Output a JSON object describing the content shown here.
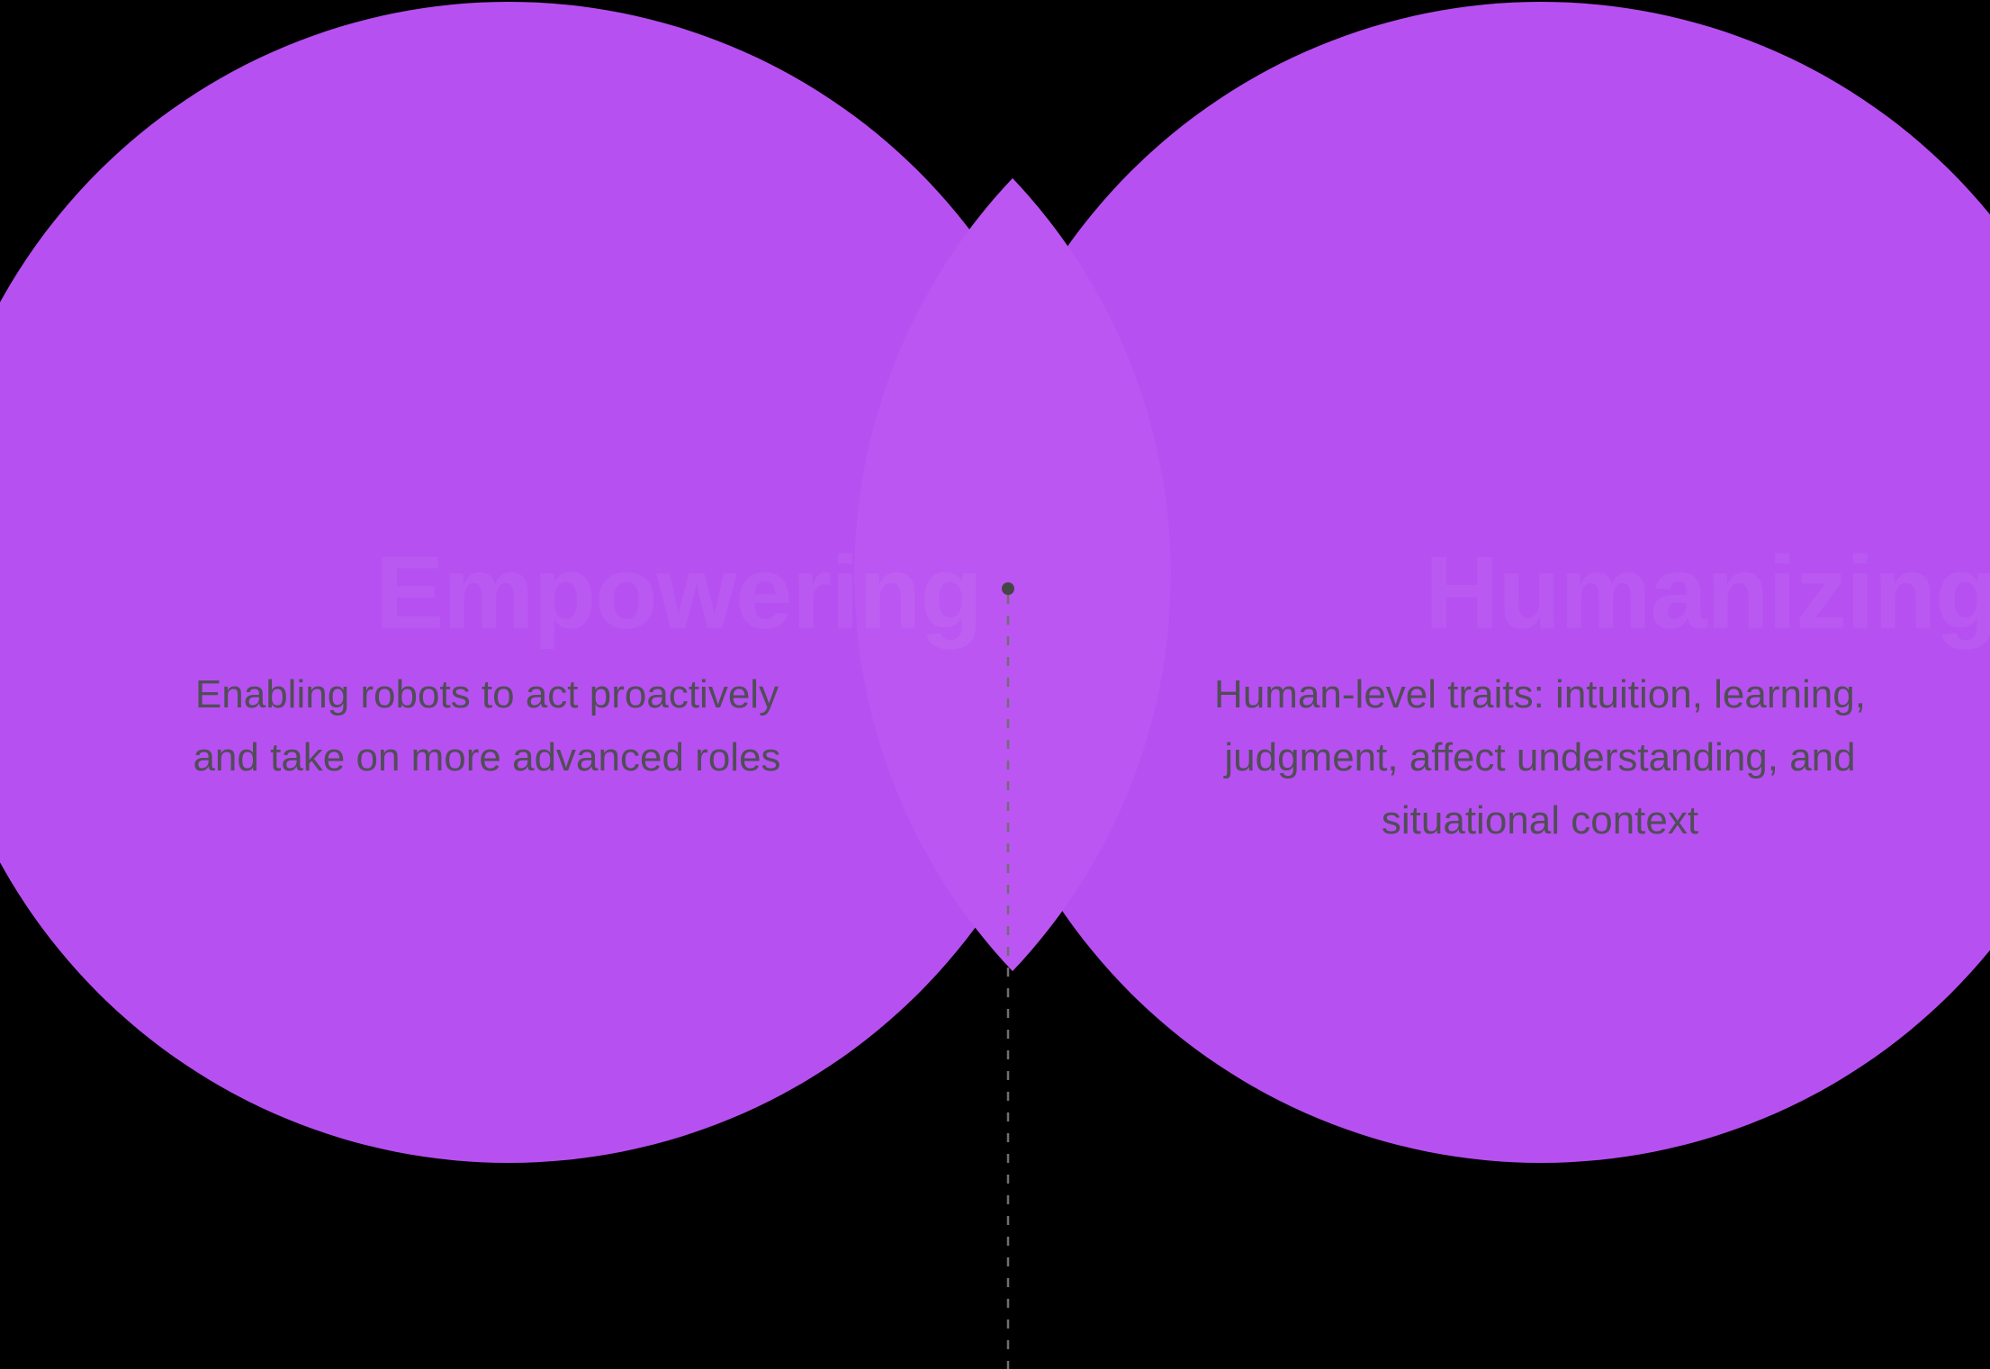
{
  "diagram": {
    "type": "venn",
    "background_color": "#000000",
    "circle_fill": "#b750f1",
    "overlap_fill": "#bb56f2",
    "description_text_color": "#514d57",
    "faint_title_color": "rgba(255,255,255,0.055)",
    "connector_color": "#6f6f6f",
    "connector_dot_color": "#454545",
    "left": {
      "title": "Empowering",
      "description_lines": [
        "Enabling robots to act proactively",
        "and take on more advanced roles"
      ]
    },
    "right": {
      "title": "Humanizing",
      "description_lines": [
        "Human-level traits: intuition, learning,",
        "judgment, affect understanding, and",
        "situational context"
      ]
    },
    "connector": {
      "style": "dashed-vertical",
      "dot": true
    }
  }
}
